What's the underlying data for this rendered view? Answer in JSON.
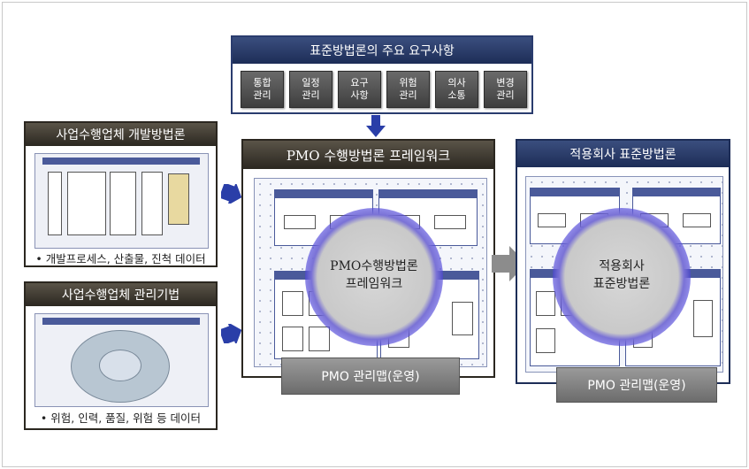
{
  "requirements": {
    "title": "표준방법론의 주요 요구사항",
    "items": [
      "통합\n관리",
      "일정\n관리",
      "요구\n사항",
      "위험\n관리",
      "의사\n소통",
      "변경\n관리"
    ]
  },
  "left_top": {
    "title": "사업수행업체 개발방법론",
    "caption": "• 개발프로세스, 산출물, 진척 데이터"
  },
  "left_bottom": {
    "title": "사업수행업체 관리기법",
    "caption": "• 위험, 인력, 품질, 위험 등 데이터"
  },
  "center": {
    "title": "PMO 수행방법론 프레임워크",
    "circle": "PMO수행방법론\n프레임워크",
    "map_label": "PMO  관리맵(운영)"
  },
  "right": {
    "title": "적용회사 표준방법론",
    "circle": "적용회사\n표준방법론",
    "map_label": "PMO  관리맵(운영)"
  },
  "colors": {
    "dark_header": "#2b2720",
    "navy_header": "#1d2d57",
    "arrow_blue": "#2a3ea8",
    "arrow_gray": "#8c8c8c"
  }
}
